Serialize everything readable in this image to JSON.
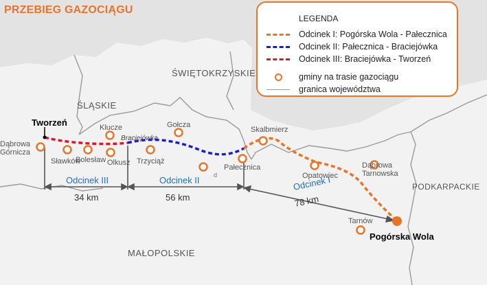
{
  "title": "PRZEBIEG GAZOCIĄGU",
  "colors": {
    "title": "#e8742a",
    "section_1": "#e8742a",
    "section_2": "#1c1ec8",
    "section_3": "#d51a2a",
    "gmina": "#e8742a",
    "border": "#9a9a9a",
    "land": "#f2f2f2",
    "background": "#e3e3e3",
    "distance_label": "#1f6fbf"
  },
  "legend": {
    "heading": "LEGENDA",
    "items": [
      {
        "label": "Odcinek I: Pogórska Wola - Pałecznica",
        "symbol": "dashed-line",
        "color": "#e8742a"
      },
      {
        "label": "Odcinek II: Pałecznica - Braciejówka",
        "symbol": "dashed-line",
        "color": "#1c1ec8"
      },
      {
        "label": "Odcinek III: Braciejówka - Tworzeń",
        "symbol": "dashed-line",
        "color": "#d51a2a"
      },
      {
        "label": "gminy na trasie gazociągu",
        "symbol": "circle",
        "color": "#e8742a"
      },
      {
        "label": "granica województwa",
        "symbol": "solid-line",
        "color": "#9a9a9a"
      }
    ]
  },
  "regions": [
    "ŚLĄSKIE",
    "ŚWIĘTOKRZYSKIE",
    "MAŁOPOLSKIE",
    "PODKARPACKIE"
  ],
  "endpoints": [
    "Tworzeń",
    "Pogórska Wola"
  ],
  "waypoint": "Braciejówka",
  "gminy": [
    "Dąbrowa Górnicza",
    "Sławków",
    "Bolesław",
    "Olkusz",
    "Klucze",
    "Trzyciąż",
    "Gołcza",
    "Pałecznica",
    "Skalbmierz",
    "Opatowiec",
    "Dąbrowa Tarnowska",
    "Tarnów"
  ],
  "stray_mark": "d",
  "sections": [
    {
      "name": "Odcinek III",
      "length": "34 km"
    },
    {
      "name": "Odcinek II",
      "length": "56 km"
    },
    {
      "name": "Odcinek I",
      "length": "78 km"
    }
  ]
}
